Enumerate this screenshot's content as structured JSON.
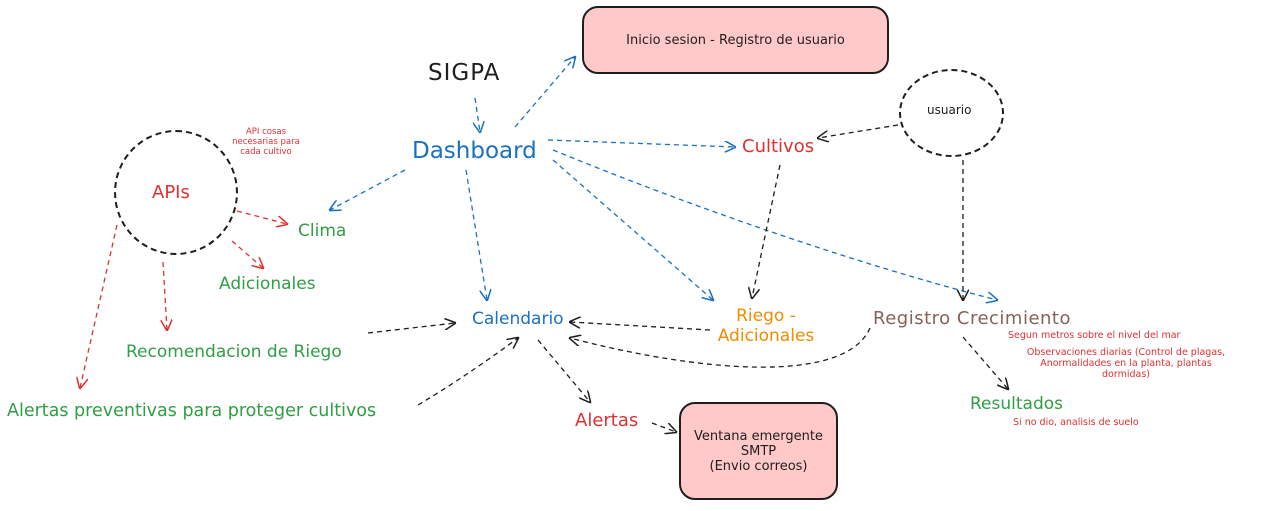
{
  "title": "SIGPA",
  "nodes": {
    "login_box": "Inicio sesion - Registro de usuario",
    "dashboard": "Dashboard",
    "cultivos": "Cultivos",
    "usuario": "usuario",
    "apis": "APIs",
    "api_note": [
      "API cosas",
      "necesarias para",
      "cada cultivo"
    ],
    "clima": "Clima",
    "adicionales": "Adicionales",
    "recomendacion": "Recomendacion de Riego",
    "alertas_preventivas": "Alertas preventivas para proteger cultivos",
    "calendario": "Calendario",
    "riego": [
      "Riego -",
      "Adicionales"
    ],
    "registro": "Registro Crecimiento",
    "registro_note_1": "Segun metros sobre el nivel del mar",
    "registro_note_2": [
      "Observaciones diarias (Control de plagas,",
      "Anormalidades en la planta, plantas",
      "dormidas)"
    ],
    "resultados": "Resultados",
    "resultados_note": "Si no dio, analisis de suelo",
    "alertas": "Alertas",
    "ventana": [
      "Ventana emergente",
      "SMTP",
      "(Envio correos)"
    ]
  },
  "colors": {
    "blue": "#1971c2",
    "red": "#e03131",
    "green": "#2f9e44",
    "orange": "#f08c00",
    "brown": "#846358",
    "black": "#1e1e1e",
    "box_fill": "#ffc9c9"
  }
}
